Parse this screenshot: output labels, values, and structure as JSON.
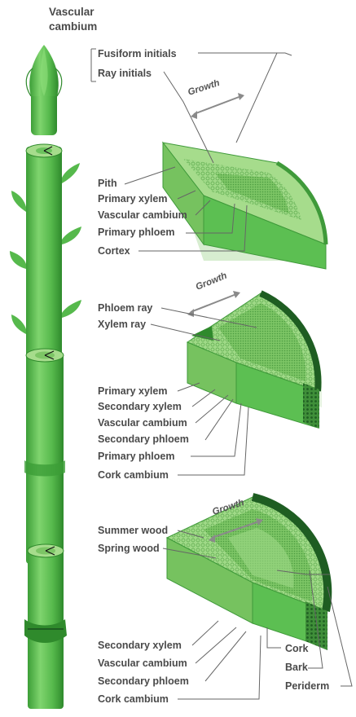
{
  "title": {
    "line1": "Vascular",
    "line2": "cambium"
  },
  "panel1": {
    "top_labels": [
      "Fusiform initials",
      "Ray initials"
    ],
    "growth": "Growth",
    "labels": [
      "Pith",
      "Primary xylem",
      "Vascular cambium",
      "Primary phloem",
      "Cortex"
    ]
  },
  "panel2": {
    "growth": "Growth",
    "ray_labels": [
      "Phloem ray",
      "Xylem ray"
    ],
    "labels": [
      "Primary xylem",
      "Secondary xylem",
      "Vascular cambium",
      "Secondary phloem",
      "Primary phloem",
      "Cork cambium"
    ]
  },
  "panel3": {
    "growth": "Growth",
    "wood_labels": [
      "Summer wood",
      "Spring wood"
    ],
    "labels": [
      "Secondary xylem",
      "Vascular cambium",
      "Secondary phloem",
      "Cork cambium"
    ],
    "right_labels": [
      "Cork",
      "Bark",
      "Periderm"
    ]
  },
  "colors": {
    "stem": "#5cbf52",
    "stem_dark": "#2f8a2c",
    "tissue_light": "#a6dc8c",
    "tissue_mid": "#76c25f",
    "tissue_dark": "#3f9a3a",
    "bark": "#1e5d22",
    "label": "#4a4a4a"
  }
}
